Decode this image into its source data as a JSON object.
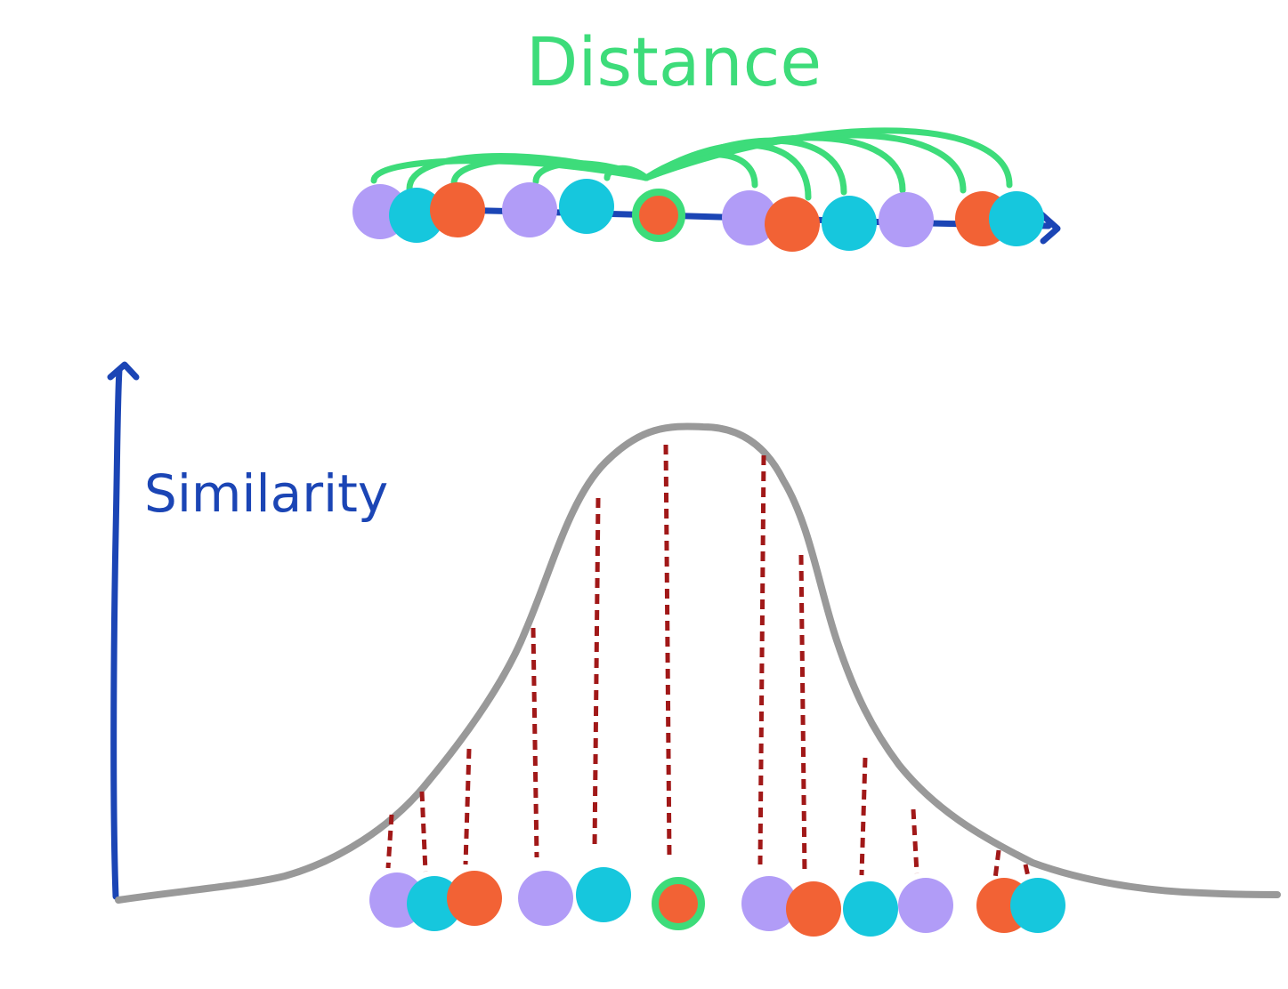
{
  "top_title": "Distance",
  "y_axis_label": "Similarity",
  "colors": {
    "title_green": "#3ddc7a",
    "axis_blue": "#1b45b5",
    "curve_gray": "#999999",
    "dash_red": "#a11818",
    "purple": "#b19cf7",
    "cyan": "#16c7dd",
    "orange": "#f26235",
    "highlight_ring": "#3ddc7a"
  },
  "points": [
    {
      "color": "purple"
    },
    {
      "color": "cyan"
    },
    {
      "color": "orange"
    },
    {
      "color": "purple"
    },
    {
      "color": "cyan"
    },
    {
      "color": "orange",
      "highlighted": true
    },
    {
      "color": "purple"
    },
    {
      "color": "orange"
    },
    {
      "color": "cyan"
    },
    {
      "color": "purple"
    },
    {
      "color": "orange"
    },
    {
      "color": "cyan"
    }
  ]
}
